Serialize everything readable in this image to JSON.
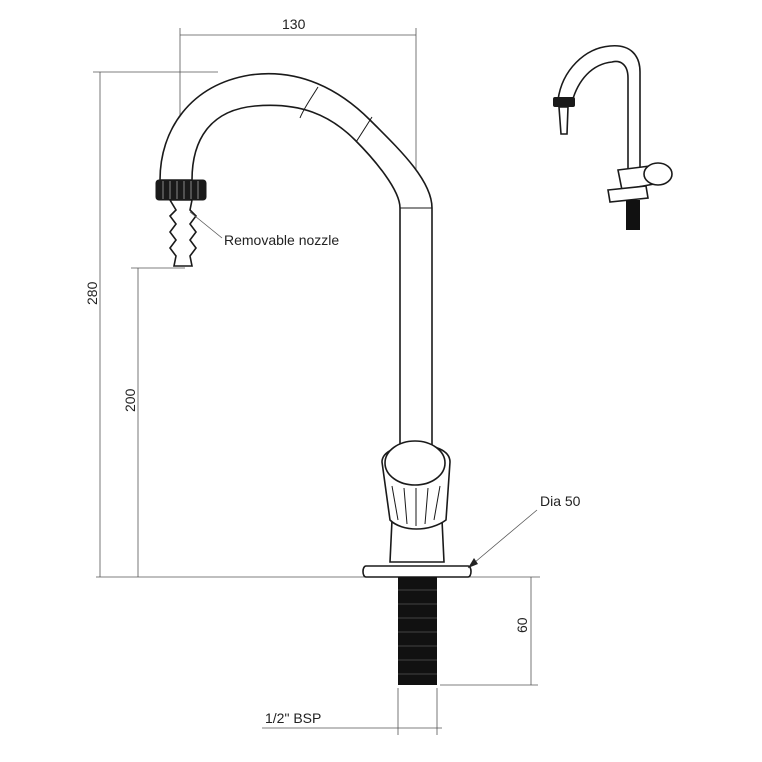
{
  "dimensions": {
    "width_130": "130",
    "height_280": "280",
    "height_200": "200",
    "thread_60": "60",
    "thread_size": "1/2\" BSP"
  },
  "labels": {
    "nozzle": "Removable nozzle",
    "base_diameter": "Dia 50"
  },
  "colors": {
    "line": "#1a1a1a",
    "dimension": "#555555",
    "thread": "#111111"
  }
}
